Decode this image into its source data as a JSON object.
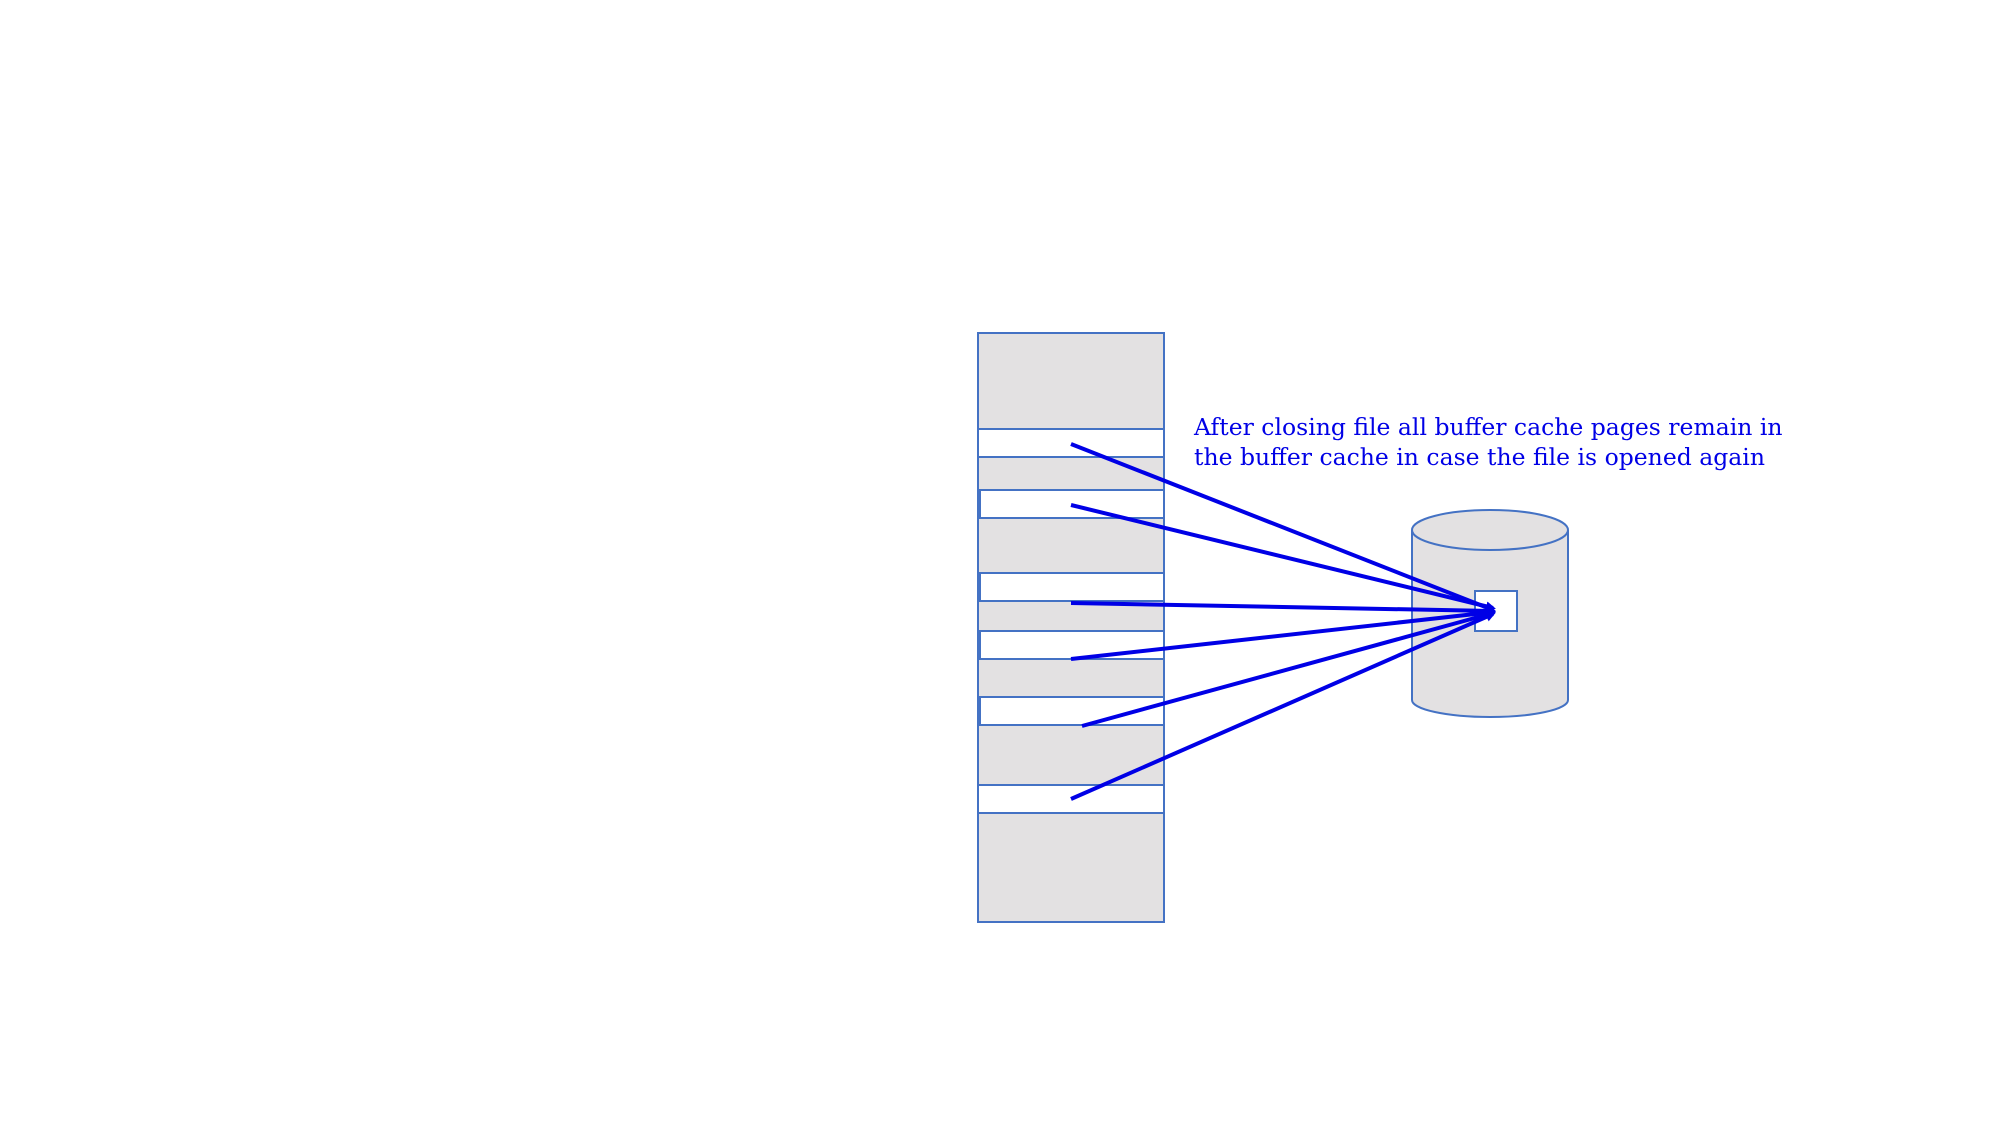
{
  "caption": {
    "line1": "After closing file all buffer cache pages remain in",
    "line2": "the buffer cache in case the file is opened again"
  },
  "colors": {
    "outline": "#4472c4",
    "fill": "#e3e1e2",
    "arrow": "#0000e6",
    "text": "#0000e6"
  },
  "buffer_cache": {
    "cached_page_count": 6
  },
  "disk": {
    "block_count": 1
  }
}
